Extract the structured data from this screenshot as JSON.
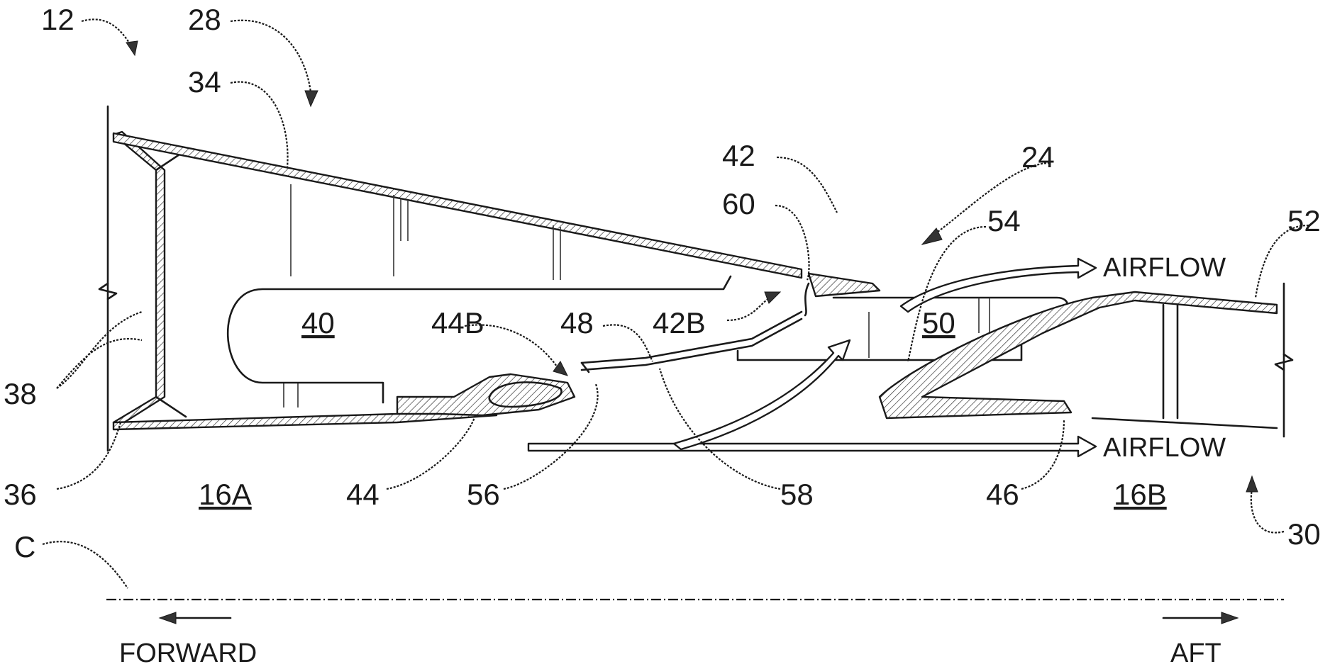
{
  "labels": {
    "ref_12": "12",
    "ref_28": "28",
    "ref_34": "34",
    "ref_38": "38",
    "ref_36": "36",
    "ref_40": "40",
    "ref_44B": "44B",
    "ref_48": "48",
    "ref_42B": "42B",
    "ref_42": "42",
    "ref_60": "60",
    "ref_24": "24",
    "ref_54": "54",
    "ref_52": "52",
    "ref_50": "50",
    "ref_44": "44",
    "ref_56": "56",
    "ref_58": "58",
    "ref_46": "46",
    "ref_30": "30",
    "ref_16A": "16A",
    "ref_16B": "16B",
    "ref_C": "C"
  },
  "annotations": {
    "airflow_upper": "AIRFLOW",
    "airflow_lower": "AIRFLOW",
    "forward": "FORWARD",
    "aft": "AFT"
  }
}
